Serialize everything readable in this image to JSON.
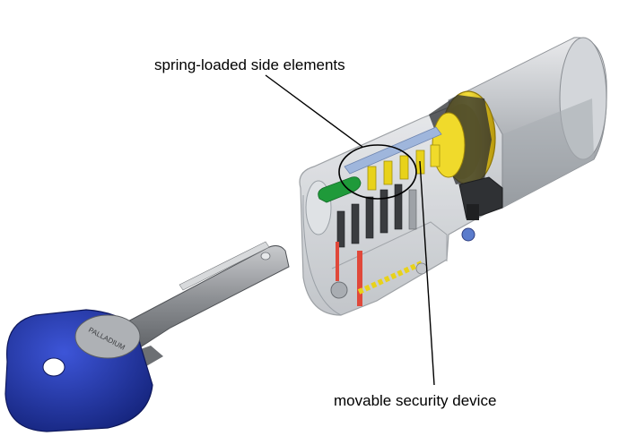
{
  "diagram": {
    "labels": {
      "side_elements": "spring-loaded side elements",
      "security_device": "movable security device"
    },
    "key_head_text": "PALLADIUM",
    "colors": {
      "key_head": "#1d2f9e",
      "cylinder_body": "#b9bcc0",
      "brass_ring": "#e2c817",
      "pins": "#e8d21a",
      "side_element_blue": "#9fb6dc",
      "side_element_green": "#1f9a3a",
      "spring_red": "#e0483a",
      "key_blade": "#8a8d91"
    }
  }
}
